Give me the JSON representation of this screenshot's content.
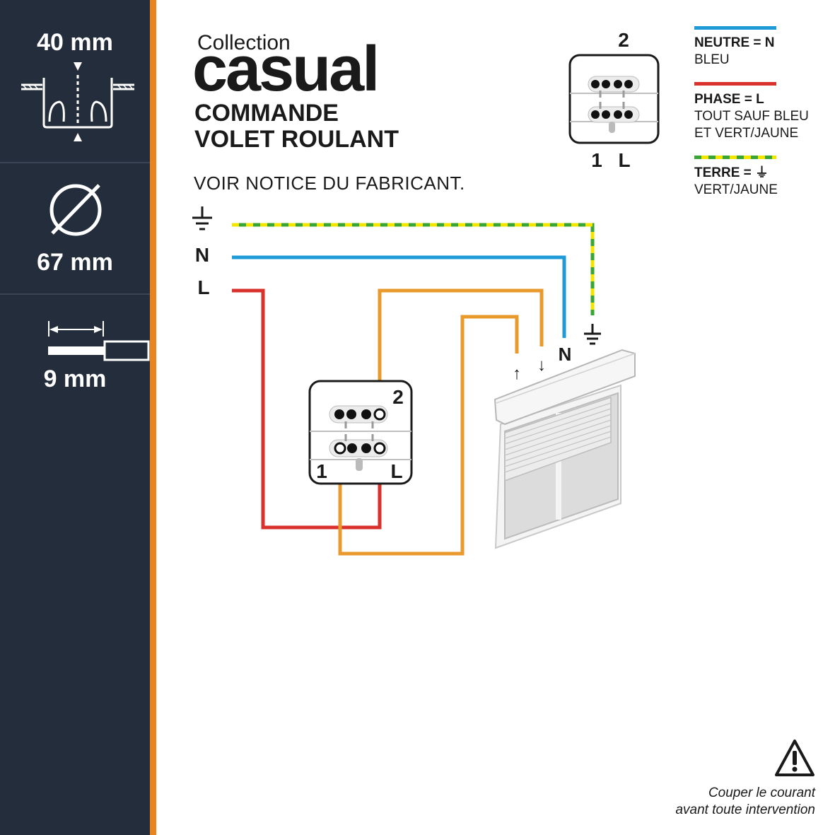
{
  "sidebar": {
    "depth_label": "40 mm",
    "diameter_label": "67 mm",
    "strip_label": "9 mm",
    "diameter_icon": "diameter-symbol-icon"
  },
  "brand": {
    "collection": "Collection",
    "name": "casual"
  },
  "title": {
    "line1": "COMMANDE",
    "line2": "VOLET ROULANT"
  },
  "notice": "VOIR NOTICE DU FABRICANT.",
  "legend": [
    {
      "title": "NEUTRE = N",
      "desc": [
        "BLEU"
      ],
      "color": "#1e9bd7"
    },
    {
      "title": "PHASE = L",
      "desc": [
        "TOUT SAUF BLEU",
        "ET VERT/JAUNE"
      ],
      "color": "#d9312b"
    },
    {
      "title": "TERRE = ⏚",
      "desc": [
        "VERT/JAUNE"
      ],
      "color": "#3aa535",
      "color2": "#f2e500"
    }
  ],
  "switch_top": {
    "top": "2",
    "left": "1",
    "right": "L"
  },
  "switch_main": {
    "top": "2",
    "left": "1",
    "right": "L"
  },
  "wire_labels": {
    "earth": "⏚",
    "neutral": "N",
    "phase": "L"
  },
  "motor_terminals": {
    "up": "↑",
    "down": "↓",
    "neutral": "N",
    "earth": "⏚"
  },
  "colors": {
    "sidebar": "#242d3b",
    "stripe": "#e9851e",
    "neutral": "#1e9bd7",
    "phase": "#d9312b",
    "command": "#e89a2c",
    "earth_green": "#3aa535",
    "earth_yellow": "#f2e500"
  },
  "warning": {
    "icon": "warning-triangle-icon",
    "line1": "Couper le courant",
    "line2": "avant toute intervention"
  }
}
